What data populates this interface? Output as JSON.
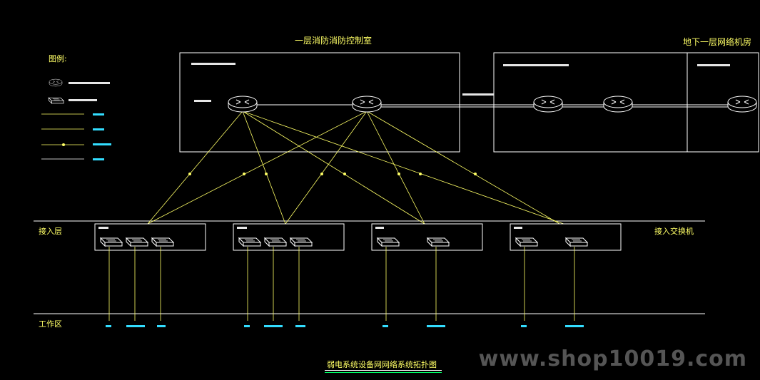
{
  "rooms": {
    "fire_control_title": "一层消防消防控制室",
    "machine_room_title": "地下一层网络机房"
  },
  "legend": {
    "title": "图例:"
  },
  "layers": {
    "access_layer": "接入层",
    "work_area": "工作区",
    "access_switch": "接入交换机"
  },
  "caption": "弱电系统设备网网络系统拓扑图",
  "watermark": "www.shop10019.com",
  "colors": {
    "background": "#000000",
    "box_stroke": "#ffffff",
    "link_yellow": "#ffff66",
    "text_cyan": "#33ddff",
    "caption_underline": "#00ff66"
  }
}
